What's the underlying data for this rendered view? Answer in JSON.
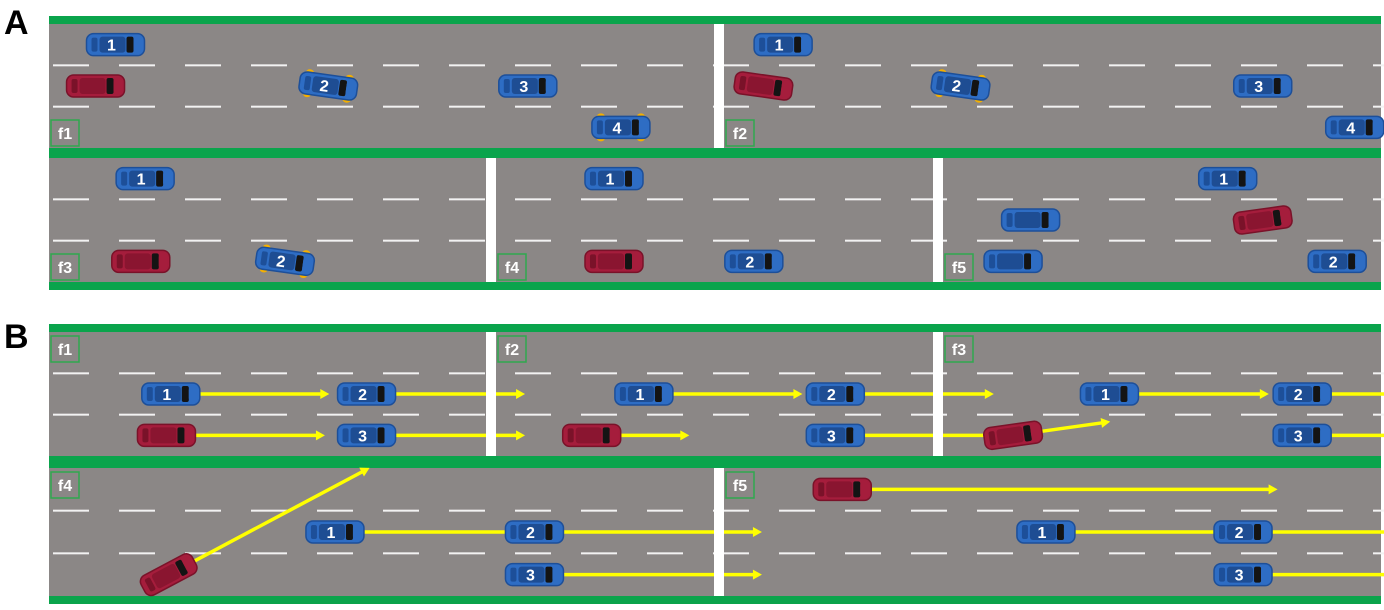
{
  "colors": {
    "road": "#8b8786",
    "green": "#0aa44c",
    "divider": "#ffffff",
    "lane_dash": "#f2f2f2",
    "car_blue": "#2e6dc4",
    "car_blue_dark": "#1d4f99",
    "car_red": "#a51d3c",
    "car_red_dark": "#7a1229",
    "arrow": "#ffff00",
    "indicator": "#f5b000",
    "frame_border": "#2fa84f",
    "frame_text": "#ffffff"
  },
  "panels": [
    {
      "label": "A",
      "frames": [
        {
          "label": "f1",
          "cars": [
            {
              "kind": "blue",
              "number": "1",
              "lane": 0,
              "pos": 0.1
            },
            {
              "kind": "red",
              "number": "",
              "lane": 1,
              "pos": 0.07
            },
            {
              "kind": "blue",
              "number": "2",
              "lane": 1,
              "pos": 0.42,
              "angle": 8,
              "indicators": true
            },
            {
              "kind": "blue",
              "number": "3",
              "lane": 1,
              "pos": 0.72
            },
            {
              "kind": "blue",
              "number": "4",
              "lane": 2,
              "pos": 0.86,
              "indicators": true
            }
          ]
        },
        {
          "label": "f2",
          "cars": [
            {
              "kind": "blue",
              "number": "1",
              "lane": 0,
              "pos": 0.09
            },
            {
              "kind": "red",
              "number": "",
              "lane": 1,
              "pos": 0.06,
              "angle": 8
            },
            {
              "kind": "blue",
              "number": "2",
              "lane": 1,
              "pos": 0.36,
              "angle": 8,
              "indicators": true
            },
            {
              "kind": "blue",
              "number": "3",
              "lane": 1,
              "pos": 0.82
            },
            {
              "kind": "blue",
              "number": "4",
              "lane": 2,
              "pos": 0.96
            }
          ]
        },
        {
          "label": "f3",
          "cars": [
            {
              "kind": "blue",
              "number": "1",
              "lane": 0,
              "pos": 0.22
            },
            {
              "kind": "red",
              "number": "",
              "lane": 2,
              "pos": 0.21
            },
            {
              "kind": "blue",
              "number": "2",
              "lane": 2,
              "pos": 0.54,
              "angle": 8,
              "indicators": true
            }
          ]
        },
        {
          "label": "f4",
          "cars": [
            {
              "kind": "blue",
              "number": "1",
              "lane": 0,
              "pos": 0.27
            },
            {
              "kind": "red",
              "number": "",
              "lane": 2,
              "pos": 0.27
            },
            {
              "kind": "blue",
              "number": "2",
              "lane": 2,
              "pos": 0.59
            }
          ]
        },
        {
          "label": "f5",
          "cars": [
            {
              "kind": "blue",
              "number": "1",
              "lane": 0,
              "pos": 0.65
            },
            {
              "kind": "blue",
              "number": "",
              "lane": 1,
              "pos": 0.2
            },
            {
              "kind": "red",
              "number": "",
              "lane": 1,
              "pos": 0.73,
              "angle": -8
            },
            {
              "kind": "blue",
              "number": "",
              "lane": 2,
              "pos": 0.16
            },
            {
              "kind": "blue",
              "number": "2",
              "lane": 2,
              "pos": 0.9
            }
          ]
        }
      ]
    },
    {
      "label": "B",
      "frames": [
        {
          "label": "f1",
          "cars": [
            {
              "kind": "blue",
              "number": "1",
              "lane": 1,
              "pos": 0.28,
              "arrow": 0.3
            },
            {
              "kind": "blue",
              "number": "2",
              "lane": 1,
              "pos": 0.73,
              "arrow": 0.3
            },
            {
              "kind": "red",
              "number": "",
              "lane": 2,
              "pos": 0.27,
              "arrow": 0.3
            },
            {
              "kind": "blue",
              "number": "3",
              "lane": 2,
              "pos": 0.73,
              "arrow": 0.3
            }
          ]
        },
        {
          "label": "f2",
          "cars": [
            {
              "kind": "blue",
              "number": "1",
              "lane": 1,
              "pos": 0.34,
              "arrow": 0.3
            },
            {
              "kind": "red",
              "number": "",
              "lane": 2,
              "pos": 0.22,
              "arrow": 0.16
            },
            {
              "kind": "blue",
              "number": "2",
              "lane": 1,
              "pos": 0.78,
              "arrow": 0.3
            },
            {
              "kind": "blue",
              "number": "3",
              "lane": 2,
              "pos": 0.78,
              "arrow": 0.3
            }
          ]
        },
        {
          "label": "f3",
          "cars": [
            {
              "kind": "blue",
              "number": "1",
              "lane": 1,
              "pos": 0.38,
              "arrow": 0.3
            },
            {
              "kind": "red",
              "number": "",
              "lane": 2,
              "pos": 0.16,
              "angle": -8,
              "arrow": 0.16
            },
            {
              "kind": "blue",
              "number": "2",
              "lane": 1,
              "pos": 0.82,
              "arrow": 0.3
            },
            {
              "kind": "blue",
              "number": "3",
              "lane": 2,
              "pos": 0.82,
              "arrow": 0.3
            }
          ]
        },
        {
          "label": "f4",
          "cars": [
            {
              "kind": "red",
              "number": "",
              "lane": 2,
              "pos": 0.18,
              "angle": -28,
              "arrow": 0.3
            },
            {
              "kind": "blue",
              "number": "1",
              "lane": 1,
              "pos": 0.43,
              "arrow": 0.3
            },
            {
              "kind": "blue",
              "number": "2",
              "lane": 1,
              "pos": 0.73,
              "arrow": 0.3
            },
            {
              "kind": "blue",
              "number": "3",
              "lane": 2,
              "pos": 0.73,
              "arrow": 0.3
            }
          ]
        },
        {
          "label": "f5",
          "cars": [
            {
              "kind": "red",
              "number": "",
              "lane": 0,
              "pos": 0.18,
              "arrow": 0.62
            },
            {
              "kind": "blue",
              "number": "1",
              "lane": 1,
              "pos": 0.49,
              "arrow": 0.3
            },
            {
              "kind": "blue",
              "number": "2",
              "lane": 1,
              "pos": 0.79,
              "arrow": 0.3
            },
            {
              "kind": "blue",
              "number": "3",
              "lane": 2,
              "pos": 0.79,
              "arrow": 0.3
            }
          ]
        }
      ]
    }
  ]
}
